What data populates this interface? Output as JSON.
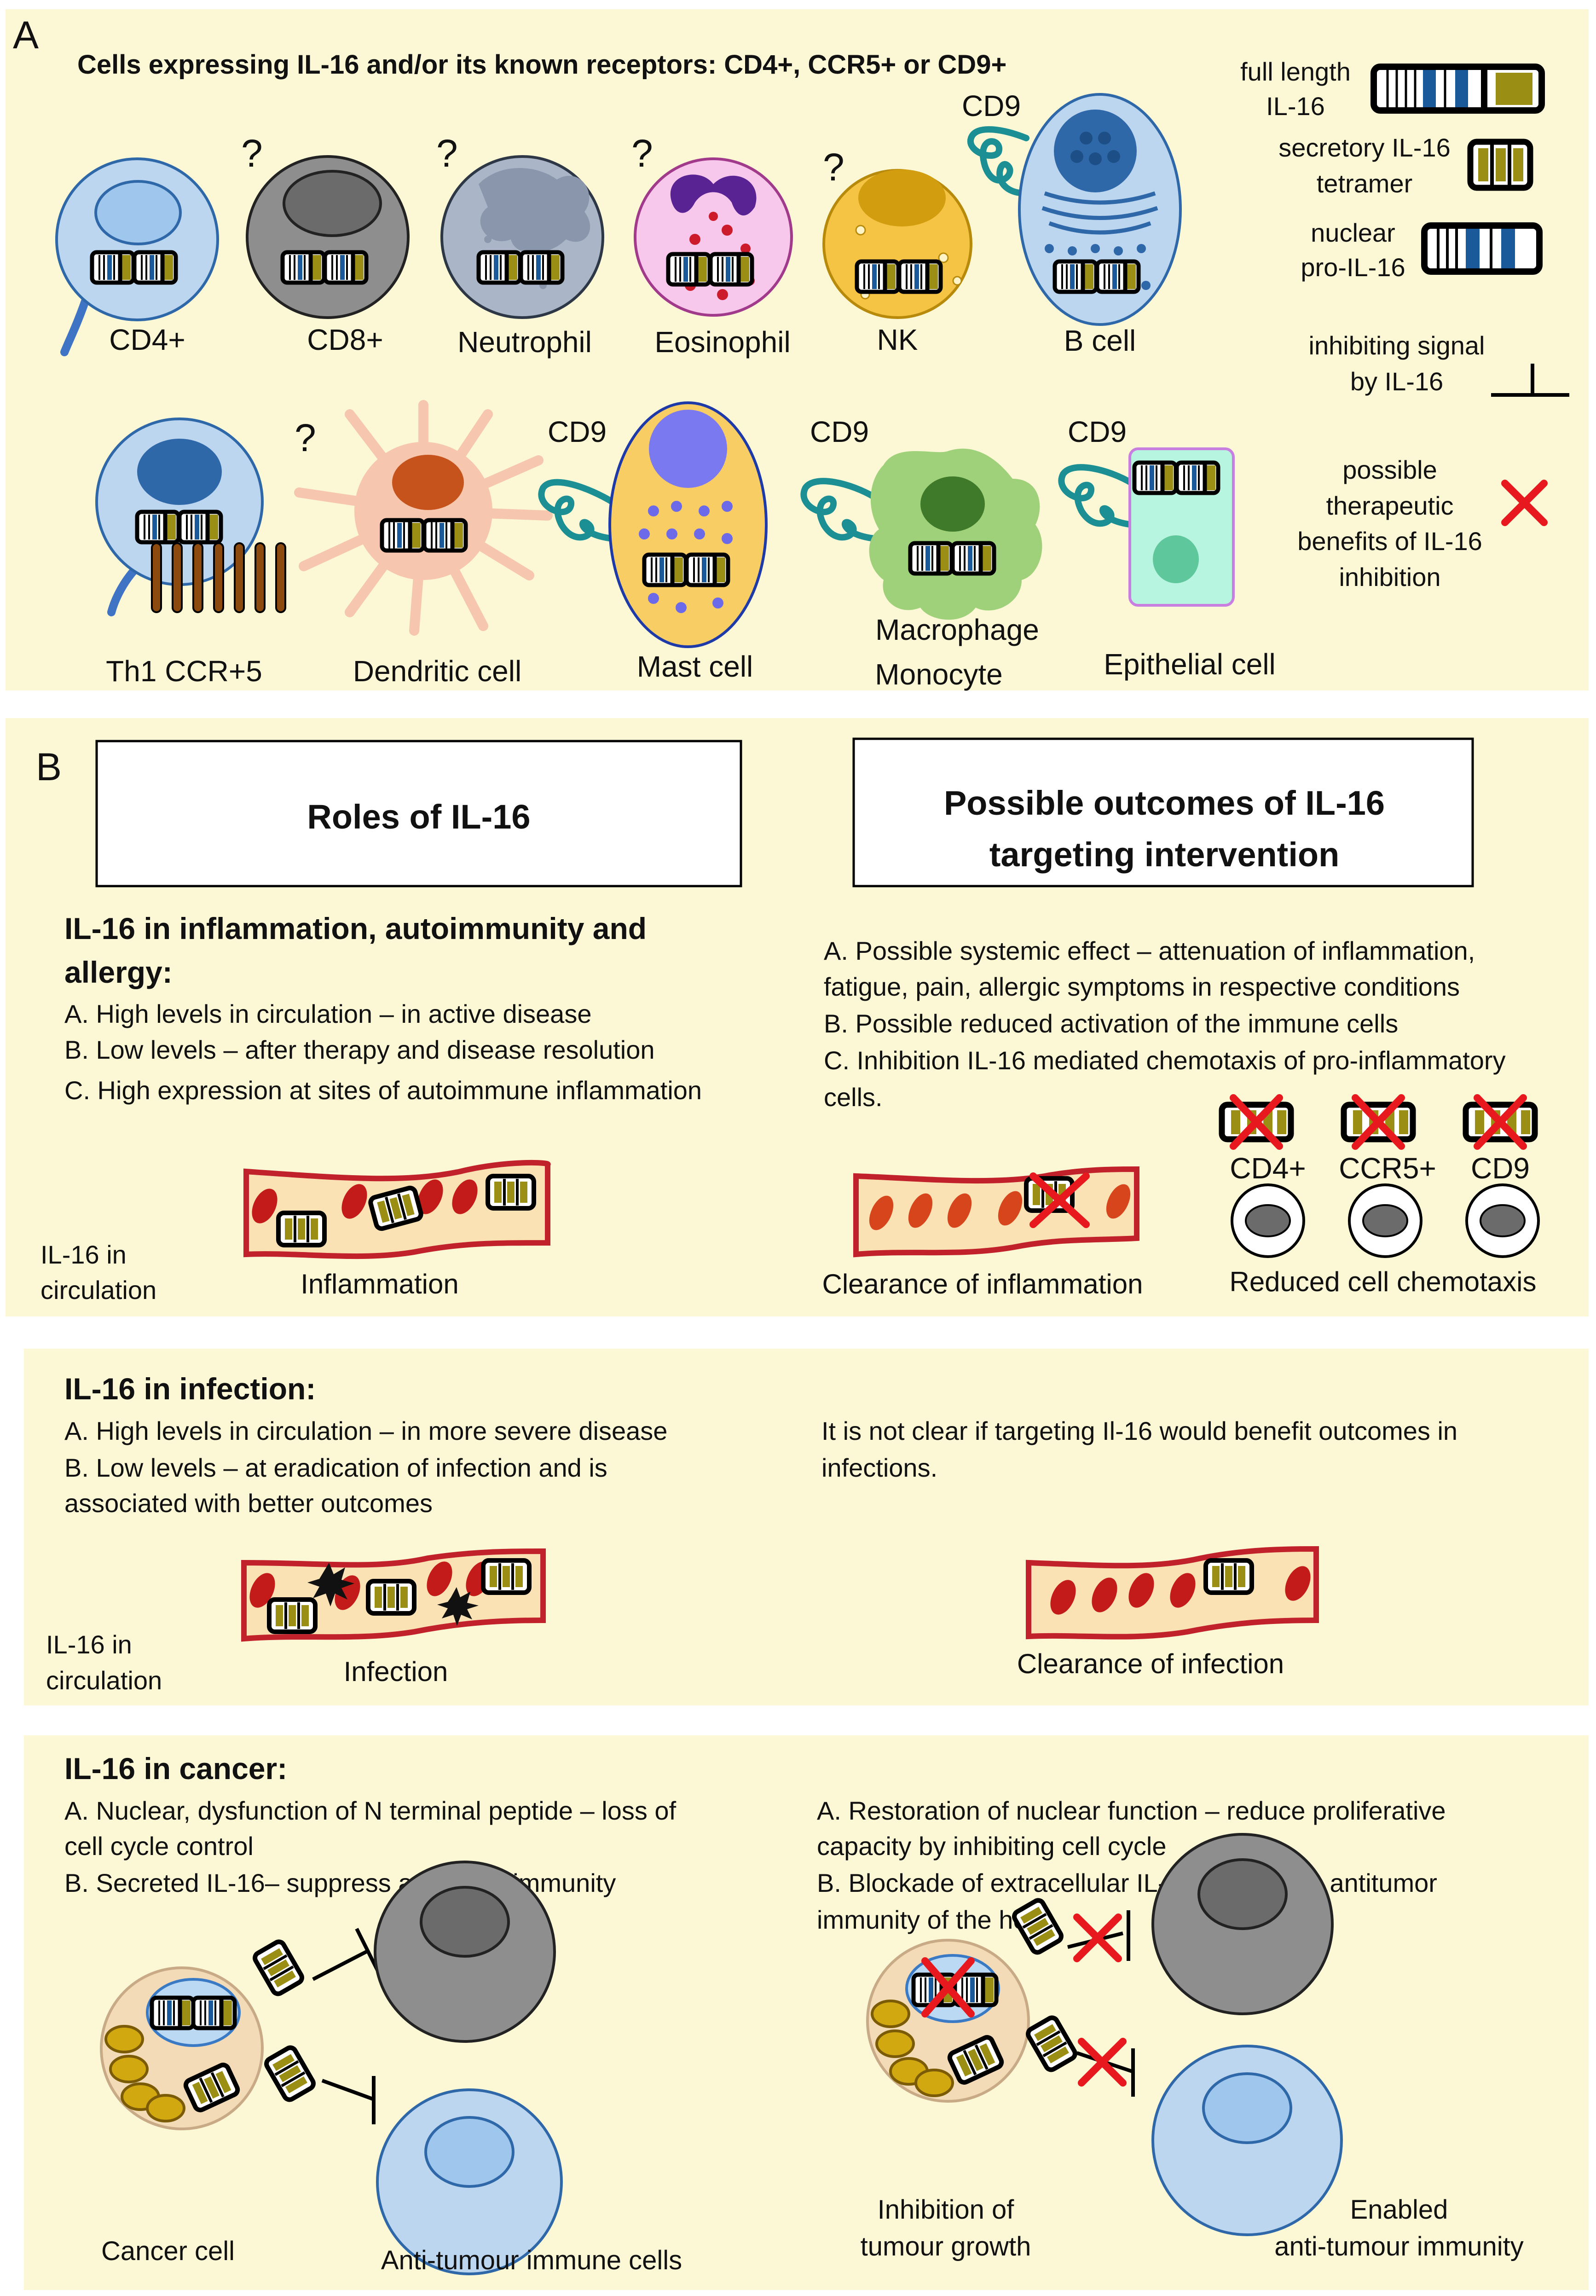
{
  "panel_a": {
    "letter": "A",
    "title": "Cells expressing IL-16 and/or its known receptors: CD4+, CCR5+ or CD9+",
    "question_mark": "?",
    "cd9_label": "CD9",
    "cells_row1": [
      "CD4+",
      "CD8+",
      "Neutrophil",
      "Eosinophil",
      "NK",
      "B cell"
    ],
    "cells_row2": [
      "Th1 CCR+5",
      "Dendritic cell",
      "Mast cell",
      "Macrophage",
      "Monocyte",
      "Epithelial cell"
    ],
    "legend": {
      "full_length": [
        "full length",
        "IL-16"
      ],
      "secretory": [
        "secretory IL-16",
        "tetramer"
      ],
      "nuclear": [
        "nuclear",
        "pro-IL-16"
      ],
      "inhibiting": [
        "inhibiting signal",
        "by IL-16"
      ],
      "therapeutic": [
        "possible",
        "therapeutic",
        "benefits of IL-16",
        "inhibition"
      ]
    }
  },
  "panel_b": {
    "letter": "B",
    "box_left": "Roles of IL-16",
    "box_right": [
      "Possible outcomes of IL-16",
      "targeting intervention"
    ],
    "inflammation": {
      "heading": [
        "IL-16 in inflammation, autoimmunity and",
        "allergy:"
      ],
      "left_lines": [
        "A. High levels in circulation – in active disease",
        "B. Low levels – after therapy and disease resolution",
        "C. High expression at sites of autoimmune inflammation"
      ],
      "right_lines": [
        "A. Possible systemic effect – attenuation of inflammation,",
        "fatigue, pain, allergic symptoms in respective conditions",
        "B. Possible reduced activation of the immune cells",
        "C. Inhibition IL-16 mediated chemotaxis of pro-inflammatory",
        "cells."
      ],
      "circulation": [
        "IL-16 in",
        "circulation"
      ],
      "vessel_left": "Inflammation",
      "vessel_right": "Clearance of inflammation",
      "receptors": [
        "CD4+",
        "CCR5+",
        "CD9"
      ],
      "chemotaxis": "Reduced cell chemotaxis"
    },
    "infection": {
      "heading": "IL-16 in infection:",
      "left_lines": [
        "A. High levels in circulation – in more severe disease",
        "B. Low levels – at eradication of infection and is",
        "associated with better outcomes"
      ],
      "right_lines": [
        "It is not clear if targeting Il-16 would benefit outcomes in",
        "infections."
      ],
      "circulation": [
        "IL-16 in",
        "circulation"
      ],
      "vessel_left": "Infection",
      "vessel_right": "Clearance of infection"
    },
    "cancer": {
      "heading": "IL-16 in cancer:",
      "left_lines": [
        "A. Nuclear, dysfunction of N terminal peptide – loss of",
        "cell cycle control",
        "B. Secreted IL-16– suppress antitumor immunity"
      ],
      "right_lines": [
        "A.    Restoration of nuclear function – reduce proliferative",
        "capacity by inhibiting cell cycle",
        "B. Blockade of extracellular IL-16 – enhance antitumor",
        "immunity of the host"
      ],
      "cancer_cell": "Cancer cell",
      "immune_cells": "Anti-tumour immune cells",
      "inhibition": [
        "Inhibition of",
        "tumour growth"
      ],
      "enabled": [
        "Enabled",
        "anti-tumour immunity"
      ]
    }
  },
  "colors": {
    "panel_bg": "#fcf8d6",
    "olive": "#9b8e14",
    "blue_band": "#1a5a9a",
    "red_x": "#e8191e",
    "vessel_fill": "#fbe2b4",
    "vessel_edge": "#c1212a",
    "rbc": "#c31a1a",
    "cd9_teal": "#1c8f94"
  }
}
